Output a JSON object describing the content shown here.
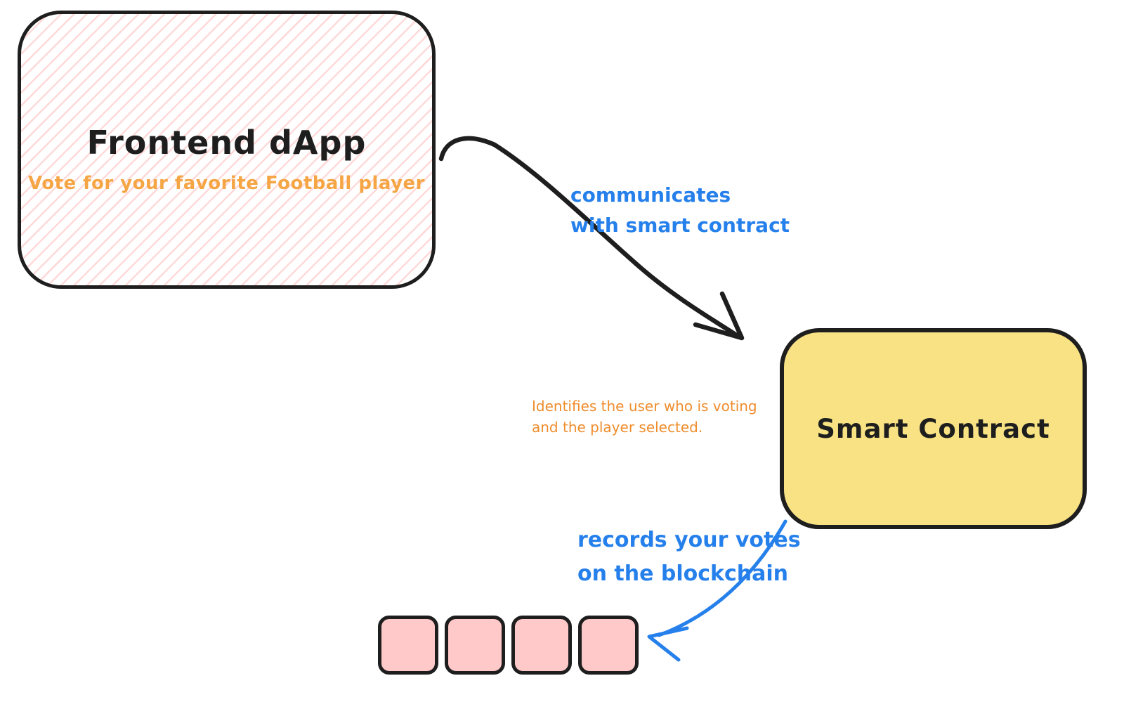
{
  "canvas": {
    "background": "#ffffff"
  },
  "colors": {
    "ink": "#1e1e1e",
    "blue": "#2680eb",
    "note_orange": "#ef8d2d",
    "subtitle_orange": "#f5a543",
    "yellow_fill": "#f8e283",
    "pink_fill": "#ffc9c9",
    "hatch_pink": "#ffb4b480",
    "canvas_bg": "#ffffff"
  },
  "nodes": {
    "frontend_dapp": {
      "title": "Frontend dApp",
      "subtitle": "Vote for your favorite Football player"
    },
    "smart_contract": {
      "title": "Smart Contract"
    },
    "blockchain": {
      "count": 4
    }
  },
  "labels": {
    "communicates": {
      "line1": "communicates",
      "line2": "with smart contract"
    },
    "identifies": {
      "line1": "Identifies the user who is voting",
      "line2": "and the player selected."
    },
    "records": {
      "line1": "records your votes",
      "line2": "on the blockchain"
    }
  }
}
